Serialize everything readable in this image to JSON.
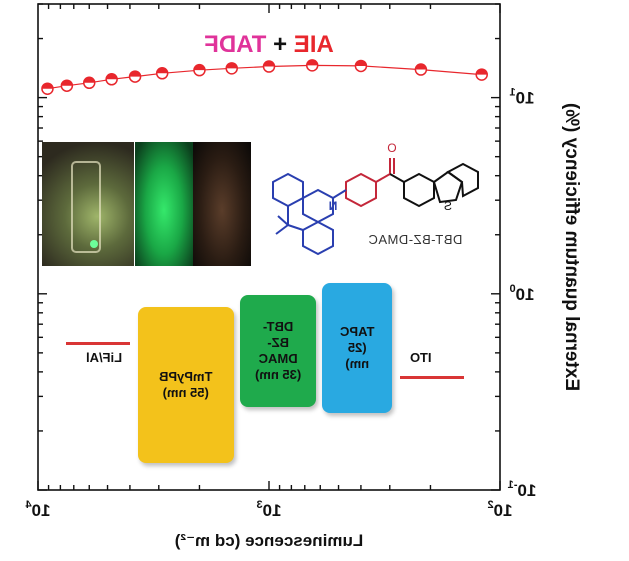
{
  "chart_data": {
    "type": "scatter",
    "mirrored_horizontally": true,
    "title_parts": [
      {
        "text": "AIE",
        "color": "#e8272d"
      },
      {
        "text": " + ",
        "color": "#111111"
      },
      {
        "text": "TADF",
        "color": "#e0339a"
      }
    ],
    "xlabel": "Luminescence (cd m⁻²)",
    "ylabel": "External quantum efficiency (%)",
    "x_scale": "log",
    "y_scale": "log",
    "xlim": [
      100,
      10000
    ],
    "ylim": [
      0.1,
      30
    ],
    "x_ticks": [
      {
        "value": 100,
        "base": "10",
        "exp": "2"
      },
      {
        "value": 1000,
        "base": "10",
        "exp": "3"
      },
      {
        "value": 10000,
        "base": "10",
        "exp": "4"
      }
    ],
    "y_ticks": [
      {
        "value": 0.1,
        "base": "10",
        "exp": "-1"
      },
      {
        "value": 1,
        "base": "10",
        "exp": "0"
      },
      {
        "value": 10,
        "base": "10",
        "exp": "1"
      }
    ],
    "series": [
      {
        "color": "#e8272d",
        "points": [
          {
            "x": 120,
            "y": 13.1
          },
          {
            "x": 220,
            "y": 13.9
          },
          {
            "x": 400,
            "y": 14.5
          },
          {
            "x": 650,
            "y": 14.6
          },
          {
            "x": 1000,
            "y": 14.4
          },
          {
            "x": 1450,
            "y": 14.1
          },
          {
            "x": 2000,
            "y": 13.8
          },
          {
            "x": 2900,
            "y": 13.3
          },
          {
            "x": 3800,
            "y": 12.8
          },
          {
            "x": 4800,
            "y": 12.4
          },
          {
            "x": 6000,
            "y": 11.9
          },
          {
            "x": 7500,
            "y": 11.5
          },
          {
            "x": 9100,
            "y": 11.1
          }
        ]
      }
    ],
    "grid": false,
    "legend": "none"
  },
  "molecule": {
    "name": "DBT-BZ-DMAC",
    "heteroatoms": {
      "N": "N",
      "O": "O",
      "S": "S"
    }
  },
  "device": {
    "electrode_left": "LiF/Al",
    "electrode_right": "ITO",
    "layers": [
      {
        "label": "TmPyPB\n(55 nm)",
        "color": "#f3c21b"
      },
      {
        "label": "DBT-\nBZ-\nDMAC\n(35 nm)",
        "color": "#1faa4c"
      },
      {
        "label": "TAPC\n(25\nnm)",
        "color": "#29a9e1"
      }
    ]
  }
}
